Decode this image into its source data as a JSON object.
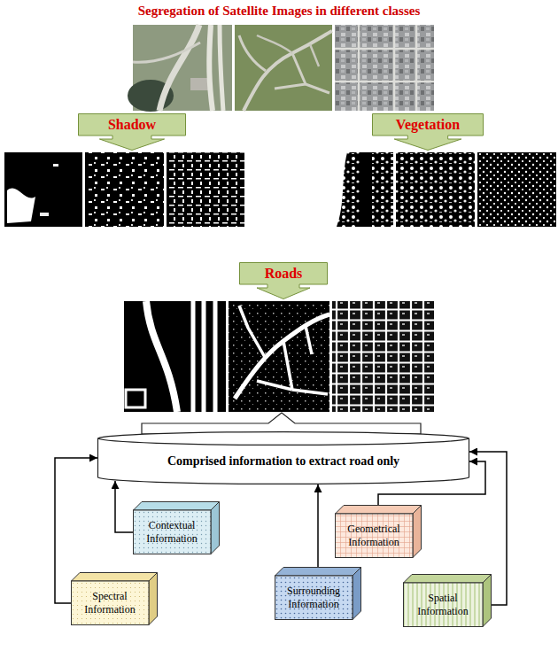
{
  "diagram": {
    "title": "Segregation of Satellite Images in different classes",
    "nodes": [
      {
        "text": [
          "Shadow"
        ]
      },
      {
        "text": [
          "Vegetation"
        ]
      },
      {
        "text": [
          "Roads"
        ]
      },
      {
        "text": [
          "Comprised information to extract road only"
        ]
      },
      {
        "text": [
          "Contextual Information"
        ]
      },
      {
        "text": [
          "Geometrical Information"
        ]
      },
      {
        "text": [
          "Spectral Information"
        ]
      },
      {
        "text": [
          "Surrounding Information"
        ]
      },
      {
        "text": [
          "Spatial Information"
        ]
      }
    ],
    "edges": [
      {
        "from": 4,
        "to": 3,
        "arrow": "to"
      },
      {
        "from": 5,
        "to": 3,
        "arrow": "to"
      },
      {
        "from": 6,
        "to": 3,
        "arrow": "to"
      },
      {
        "from": 7,
        "to": 3,
        "arrow": "to"
      },
      {
        "from": 8,
        "to": 3,
        "arrow": "to"
      }
    ]
  }
}
